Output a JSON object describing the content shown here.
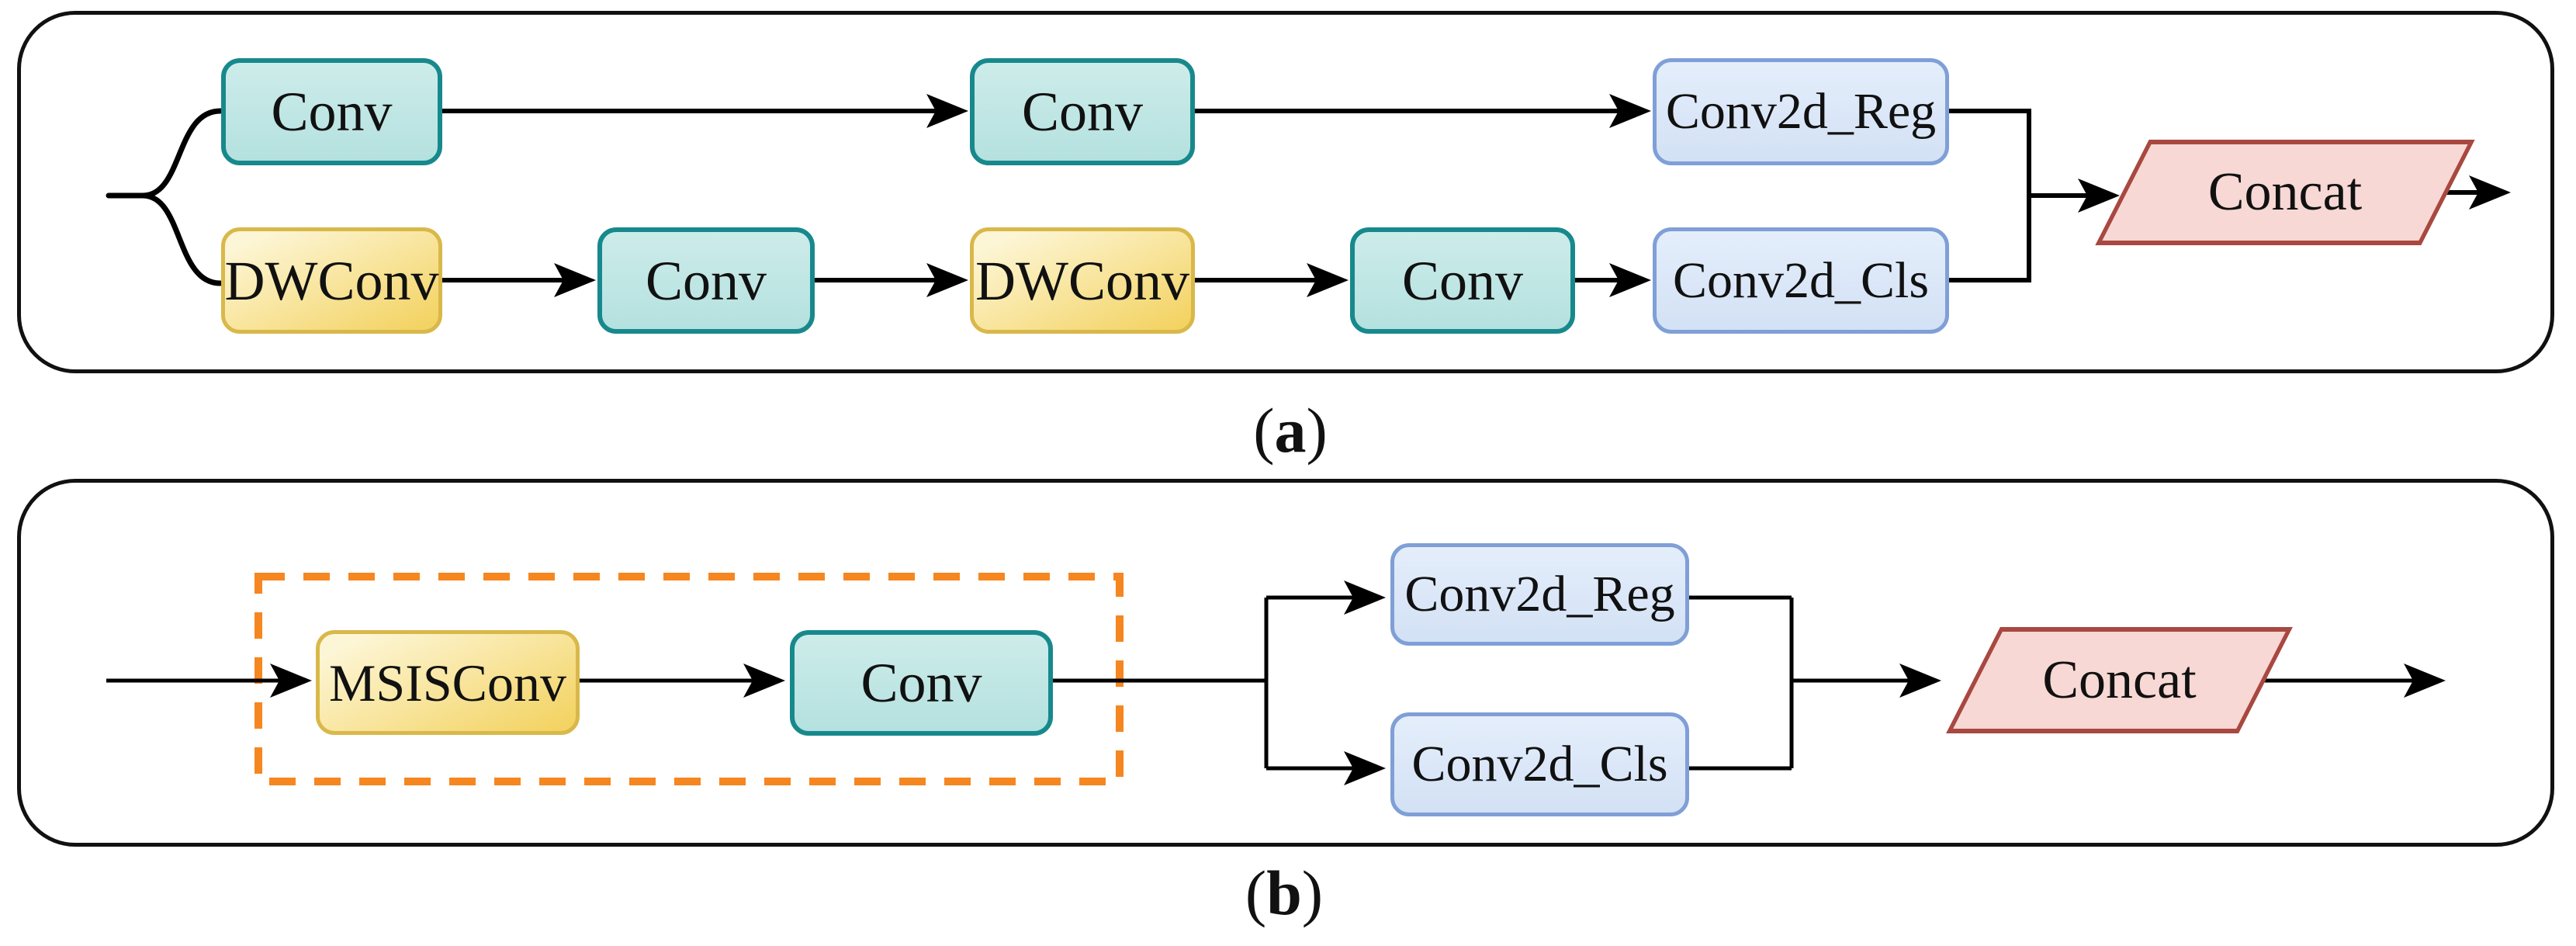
{
  "panel_a": {
    "caption_letter": "a",
    "nodes": [
      {
        "id": "conv-1",
        "label": "Conv",
        "type": "conv"
      },
      {
        "id": "conv-2",
        "label": "Conv",
        "type": "conv"
      },
      {
        "id": "conv2d-reg",
        "label": "Conv2d_Reg",
        "type": "conv2d"
      },
      {
        "id": "dwconv-1",
        "label": "DWConv",
        "type": "dwconv"
      },
      {
        "id": "conv-3",
        "label": "Conv",
        "type": "conv"
      },
      {
        "id": "dwconv-2",
        "label": "DWConv",
        "type": "dwconv"
      },
      {
        "id": "conv-4",
        "label": "Conv",
        "type": "conv"
      },
      {
        "id": "conv2d-cls",
        "label": "Conv2d_Cls",
        "type": "conv2d"
      },
      {
        "id": "concat-a",
        "label": "Concat",
        "type": "concat"
      }
    ]
  },
  "panel_b": {
    "caption_letter": "b",
    "nodes": [
      {
        "id": "msisconv",
        "label": "MSISConv",
        "type": "dwconv"
      },
      {
        "id": "conv-b",
        "label": "Conv",
        "type": "conv"
      },
      {
        "id": "conv2d-reg-b",
        "label": "Conv2d_Reg",
        "type": "conv2d"
      },
      {
        "id": "conv2d-cls-b",
        "label": "Conv2d_Cls",
        "type": "conv2d"
      },
      {
        "id": "concat-b",
        "label": "Concat",
        "type": "concat"
      }
    ]
  },
  "colors": {
    "teal_fill_top": "#cdecea",
    "teal_fill": "#b4e1df",
    "teal_border": "#17898c",
    "yellow_fill_top": "#fdf6d6",
    "yellow_fill_bottom": "#f3d363",
    "yellow_border": "#d9b84a",
    "blue_fill_top": "#e4eefb",
    "blue_fill_bottom": "#d3e1f5",
    "blue_border": "#7f9fd6",
    "pink_fill": "#f7d8d4",
    "pink_border": "#a84840",
    "dashed_box": "#f6861f",
    "line": "#000000",
    "panel_border": "#111111",
    "text": "#111111",
    "background": "#ffffff"
  }
}
